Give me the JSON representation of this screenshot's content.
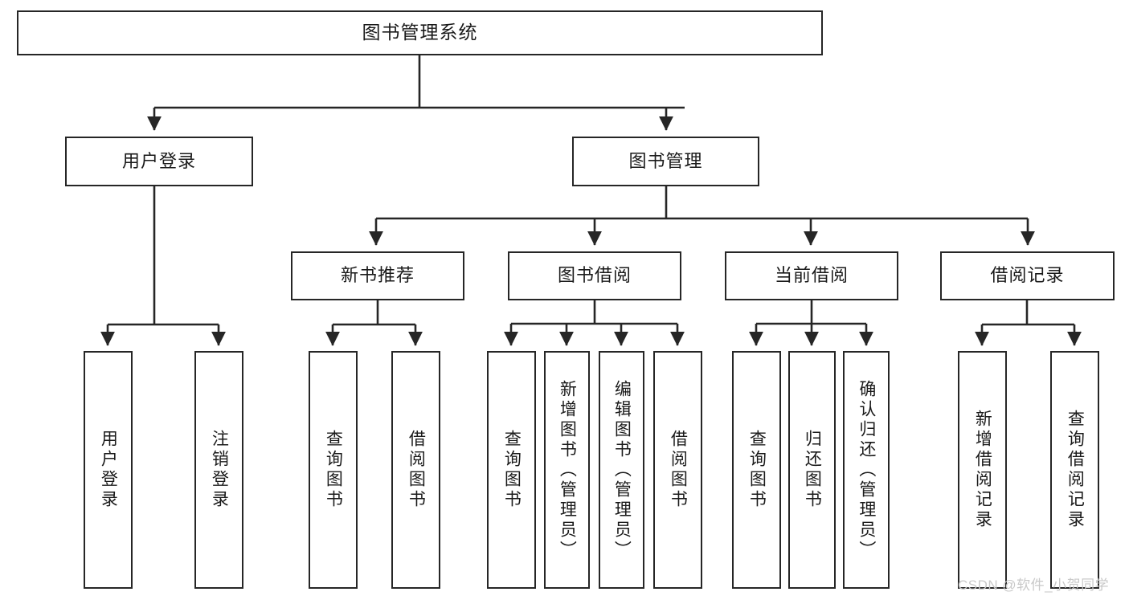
{
  "diagram": {
    "type": "tree-hierarchy",
    "title": "图书管理系统",
    "watermark": "CSDN @软件_小贺同学",
    "colors": {
      "node_border": "#262626",
      "node_fill": "#ffffff",
      "edge": "#262626",
      "text": "#1a1a1a",
      "watermark": "#c9c9c9"
    },
    "root": {
      "label": "图书管理系统"
    },
    "level2": [
      {
        "id": "user-login",
        "label": "用户登录"
      },
      {
        "id": "book-manage",
        "label": "图书管理"
      }
    ],
    "level3": [
      {
        "id": "new-book-recommend",
        "label": "新书推荐"
      },
      {
        "id": "book-borrow",
        "label": "图书借阅"
      },
      {
        "id": "current-borrow",
        "label": "当前借阅"
      },
      {
        "id": "borrow-record",
        "label": "借阅记录"
      }
    ],
    "leaves": {
      "user_login": [
        {
          "id": "leaf-user-login",
          "label": "用户登录"
        },
        {
          "id": "leaf-user-logout",
          "label": "注销登录"
        }
      ],
      "new_book_recommend": [
        {
          "id": "leaf-query-book-1",
          "label": "查询图书"
        },
        {
          "id": "leaf-borrow-book-1",
          "label": "借阅图书"
        }
      ],
      "book_borrow": [
        {
          "id": "leaf-query-book-2",
          "label": "查询图书"
        },
        {
          "id": "leaf-add-book",
          "label": "新增图书（管理员）"
        },
        {
          "id": "leaf-edit-book",
          "label": "编辑图书（管理员）"
        },
        {
          "id": "leaf-borrow-book-2",
          "label": "借阅图书"
        }
      ],
      "current_borrow": [
        {
          "id": "leaf-query-book-3",
          "label": "查询图书"
        },
        {
          "id": "leaf-return-book",
          "label": "归还图书"
        },
        {
          "id": "leaf-confirm-return",
          "label": "确认归还（管理员）"
        }
      ],
      "borrow_record": [
        {
          "id": "leaf-add-record",
          "label": "新增借阅记录"
        },
        {
          "id": "leaf-query-record",
          "label": "查询借阅记录"
        }
      ]
    }
  }
}
